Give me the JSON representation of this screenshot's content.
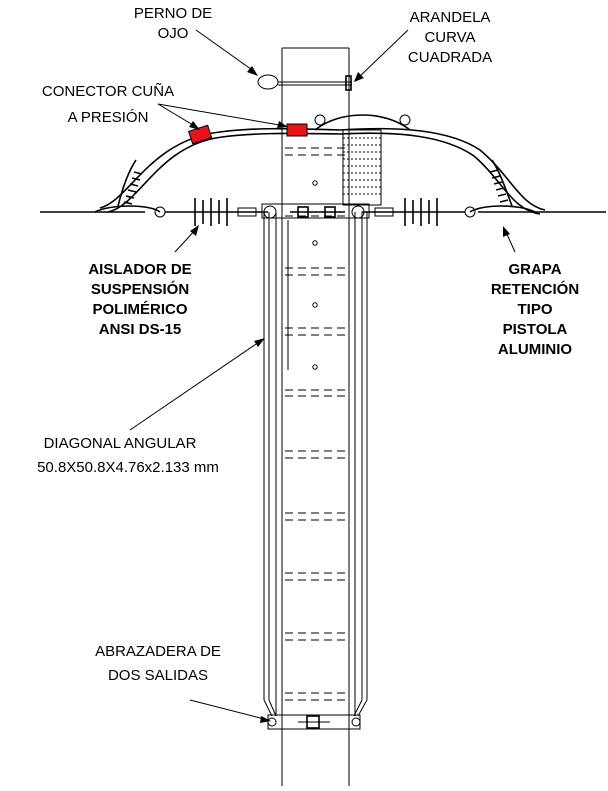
{
  "labels": {
    "perno_line1": "PERNO DE",
    "perno_line2": "OJO",
    "arandela_line1": "ARANDELA",
    "arandela_line2": "CURVA",
    "arandela_line3": "CUADRADA",
    "conector_line1": "CONECTOR CUÑA",
    "conector_line2": "A PRESIÓN",
    "aislador_line1": "AISLADOR DE",
    "aislador_line2": "SUSPENSIÓN",
    "aislador_line3": "POLIMÉRICO",
    "aislador_line4": "ANSI DS-15",
    "grapa_line1": "GRAPA",
    "grapa_line2": "RETENCIÓN",
    "grapa_line3": "TIPO",
    "grapa_line4": "PISTOLA",
    "grapa_line5": "ALUMINIO",
    "diagonal_line1": "DIAGONAL ANGULAR",
    "diagonal_line2": "50.8X50.8X4.76x2.133 mm",
    "abrazadera_line1": "ABRAZADERA DE",
    "abrazadera_line2": "DOS SALIDAS"
  },
  "colors": {
    "line": "#000000",
    "connector": "#e8141b",
    "background": "#ffffff"
  }
}
